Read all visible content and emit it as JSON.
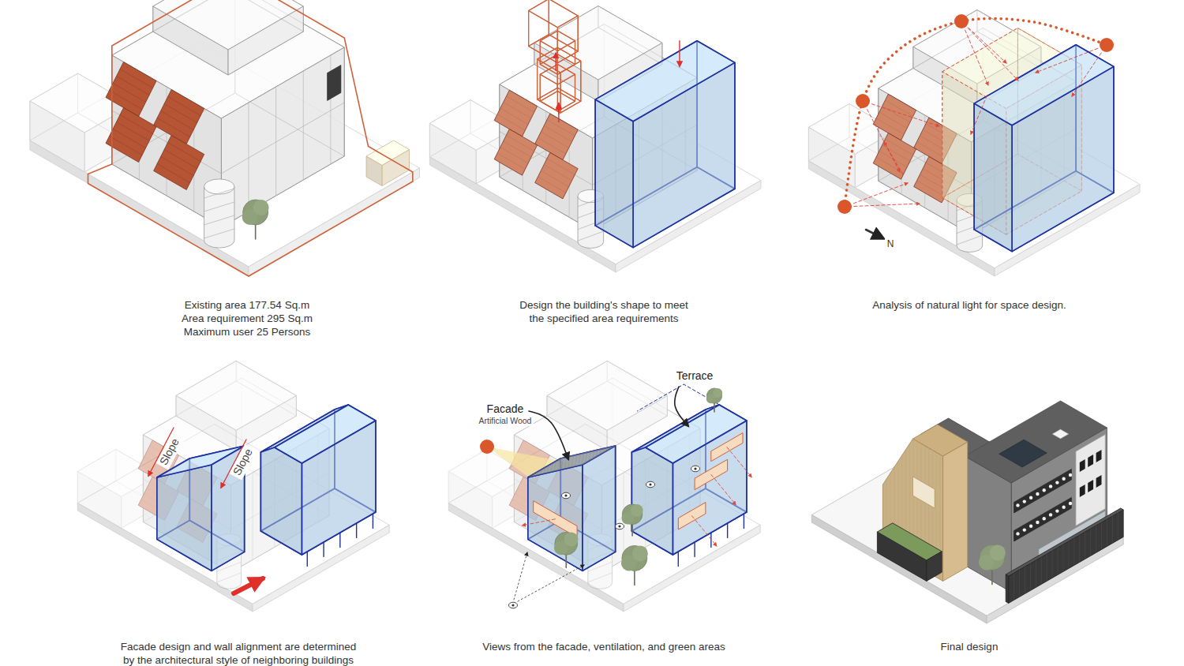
{
  "diagram": {
    "labels": [
      "Existing area 177.54 Sq.m",
      "Area requirement 295 Sq.m",
      "Maximum user 25 Persons",
      "Design the building's shape to meet the specified area requirements",
      "N",
      "Analysis of natural light for space design.",
      "Slope",
      "Slope",
      "Facade design and wall alignment are determined by the architectural style of neighboring buildings",
      "Facade",
      "Artificial Wood",
      "Terrace",
      "Views from the facade, ventilation, and green areas",
      "Final design"
    ]
  }
}
